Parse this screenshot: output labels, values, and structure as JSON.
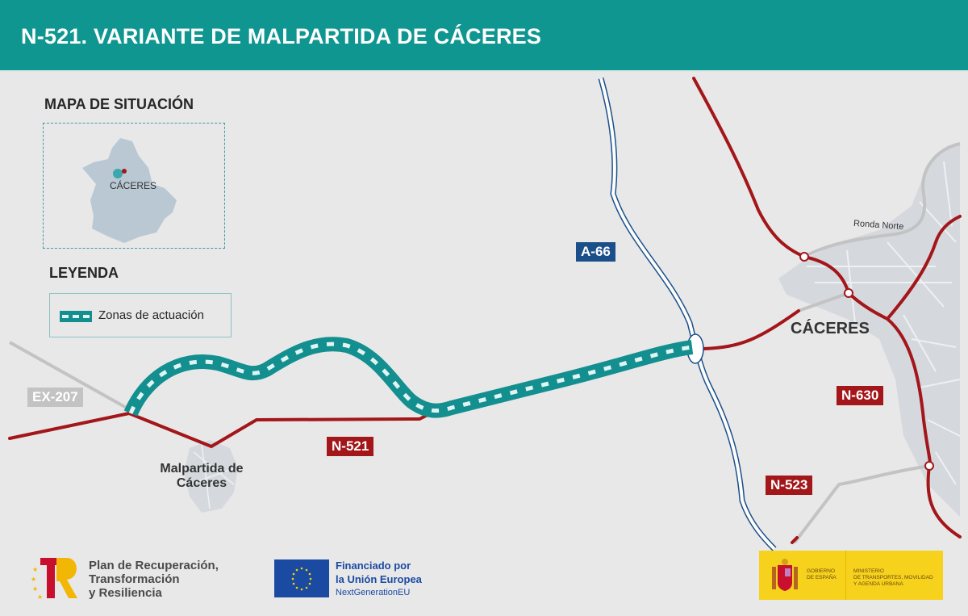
{
  "header": {
    "title": "N-521. VARIANTE DE MALPARTIDA DE CÁCERES",
    "background_color": "#0f9690"
  },
  "inset_map": {
    "title": "MAPA DE SITUACIÓN",
    "region_label": "CÁCERES"
  },
  "legend": {
    "title": "LEYENDA",
    "items": [
      {
        "label": "Zonas de actuación",
        "icon": "dashed-teal-road-icon",
        "color": "#138f8f"
      }
    ]
  },
  "roads": {
    "badges": [
      {
        "label": "EX-207",
        "type": "regional",
        "color": "#c3c3c3"
      },
      {
        "label": "N-521",
        "type": "national",
        "color": "#a3161a"
      },
      {
        "label": "A-66",
        "type": "motorway",
        "color": "#1a4f8a"
      },
      {
        "label": "N-630",
        "type": "national",
        "color": "#a3161a"
      },
      {
        "label": "N-523",
        "type": "national",
        "color": "#a3161a"
      }
    ],
    "street_label": "Ronda Norte"
  },
  "places": {
    "town": "Malpartida de Cáceres",
    "town_line1": "Malpartida de",
    "town_line2": "Cáceres",
    "city": "CÁCERES"
  },
  "footer": {
    "prtr": {
      "line1": "Plan de Recuperación,",
      "line2": "Transformación",
      "line3": "y Resiliencia"
    },
    "eu": {
      "line1": "Financiado por",
      "line2": "la Unión Europea",
      "line3": "NextGenerationEU"
    },
    "gov": {
      "gobierno_line1": "GOBIERNO",
      "gobierno_line2": "DE ESPAÑA",
      "ministerio_line1": "MINISTERIO",
      "ministerio_line2": "DE TRANSPORTES, MOVILIDAD",
      "ministerio_line3": "Y AGENDA URBANA"
    }
  },
  "colors": {
    "teal_action_zone": "#138f8f",
    "national_road": "#a3161a",
    "motorway": "#1a4f8a",
    "secondary_road": "#c3c3c3",
    "urban_area": "#d5d9de",
    "map_background": "#e8e8e8"
  }
}
